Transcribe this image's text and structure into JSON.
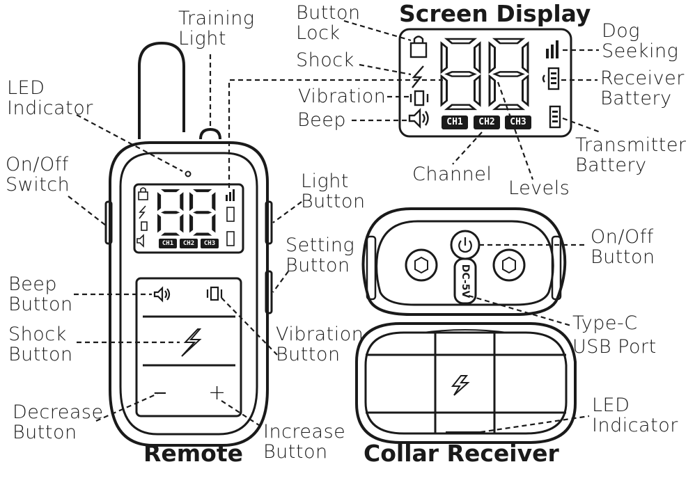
{
  "titles": {
    "screen_display": "Screen Display",
    "remote": "Remote",
    "collar_receiver": "Collar Receiver"
  },
  "labels": {
    "training_light": [
      "Training",
      "Light"
    ],
    "led_indicator_remote": [
      "LED",
      "Indicator"
    ],
    "on_off_switch": [
      "On/Off",
      "Switch"
    ],
    "button_lock": [
      "Button",
      "Lock"
    ],
    "shock": "Shock",
    "vibration": "Vibration",
    "beep": "Beep",
    "dog_seeking": [
      "Dog",
      "Seeking"
    ],
    "receiver_battery": [
      "Receiver",
      "Battery"
    ],
    "transmitter_battery": [
      "Transmitter",
      "Battery"
    ],
    "channel": "Channel",
    "levels": "Levels",
    "light_button": [
      "Light",
      "Button"
    ],
    "setting_button": [
      "Setting",
      "Button"
    ],
    "beep_button": [
      "Beep",
      "Button"
    ],
    "shock_button": [
      "Shock",
      "Button"
    ],
    "vibration_button": [
      "Vibration",
      "Button"
    ],
    "decrease_button": [
      "Decrease",
      "Button"
    ],
    "increase_button": [
      "Increase",
      "Button"
    ],
    "on_off_button": [
      "On/Off",
      "Button"
    ],
    "type_c": "Type-C",
    "usb_port": "USB Port",
    "led_indicator_collar": [
      "LED",
      "Indicator"
    ]
  },
  "lcd": {
    "channels": [
      "CH1",
      "CH2",
      "CH3"
    ]
  },
  "collar": {
    "port_text": "DC-5V"
  },
  "remote_buttons": {
    "minus": "−",
    "plus": "+"
  },
  "colors": {
    "ink": "#1a1a1a",
    "background": "#ffffff"
  }
}
